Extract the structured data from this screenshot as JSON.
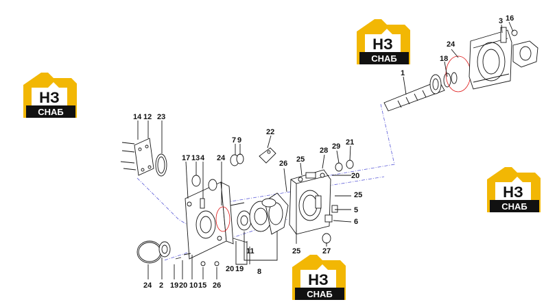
{
  "watermark": {
    "letters": "НЗ",
    "caption": "СНАБ"
  },
  "callouts": [
    "1",
    "2",
    "3",
    "4",
    "5",
    "6",
    "7",
    "8",
    "9",
    "10",
    "11",
    "12",
    "13",
    "14",
    "15",
    "16",
    "17",
    "18",
    "19",
    "20",
    "21",
    "22",
    "23",
    "24",
    "25",
    "26",
    "27",
    "28",
    "29"
  ]
}
